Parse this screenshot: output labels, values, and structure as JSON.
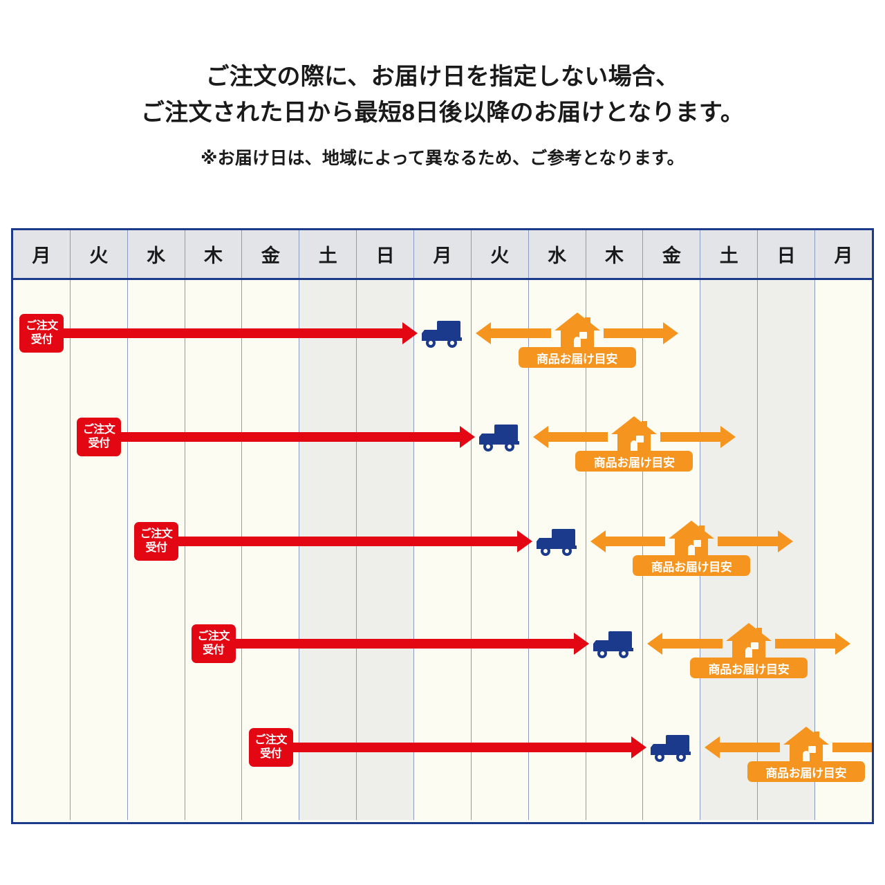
{
  "heading": {
    "line1": "ご注文の際に、お届け日を指定しない場合、",
    "line2": "ご注文された日から最短8日後以降のお届けとなります。",
    "note": "※お届け日は、地域によって異なるため、ご参考となります。"
  },
  "colors": {
    "frame_border": "#1b3a8c",
    "header_bg": "#e2e4e8",
    "body_bg": "#fdfcf2",
    "weekend_bg": "#eeeeea",
    "grid_line": "#8a9ac0",
    "order_red": "#e30613",
    "truck_navy": "#1b3a8c",
    "delivery_orange": "#f5941e"
  },
  "calendar": {
    "columns": [
      {
        "index": 0,
        "label": "月",
        "weekend": false
      },
      {
        "index": 1,
        "label": "火",
        "weekend": false
      },
      {
        "index": 2,
        "label": "水",
        "weekend": false
      },
      {
        "index": 3,
        "label": "木",
        "weekend": false
      },
      {
        "index": 4,
        "label": "金",
        "weekend": false
      },
      {
        "index": 5,
        "label": "土",
        "weekend": true
      },
      {
        "index": 6,
        "label": "日",
        "weekend": true
      },
      {
        "index": 7,
        "label": "月",
        "weekend": false
      },
      {
        "index": 8,
        "label": "火",
        "weekend": false
      },
      {
        "index": 9,
        "label": "水",
        "weekend": false
      },
      {
        "index": 10,
        "label": "木",
        "weekend": false
      },
      {
        "index": 11,
        "label": "金",
        "weekend": false
      },
      {
        "index": 12,
        "label": "土",
        "weekend": true
      },
      {
        "index": 13,
        "label": "日",
        "weekend": true
      },
      {
        "index": 14,
        "label": "月",
        "weekend": false
      }
    ],
    "order_badge_label_line1": "ご注文",
    "order_badge_label_line2": "受付",
    "estimate_label": "商品お届け目安",
    "rows": [
      {
        "index": 0,
        "order_column": 0,
        "truck_column": 7,
        "estimate_start_column": 8,
        "estimate_end_column": 11
      },
      {
        "index": 1,
        "order_column": 1,
        "truck_column": 8,
        "estimate_start_column": 9,
        "estimate_end_column": 12
      },
      {
        "index": 2,
        "order_column": 2,
        "truck_column": 9,
        "estimate_start_column": 10,
        "estimate_end_column": 13
      },
      {
        "index": 3,
        "order_column": 3,
        "truck_column": 10,
        "estimate_start_column": 11,
        "estimate_end_column": 14
      },
      {
        "index": 4,
        "order_column": 4,
        "truck_column": 11,
        "estimate_start_column": 12,
        "estimate_end_column": 15
      }
    ]
  }
}
